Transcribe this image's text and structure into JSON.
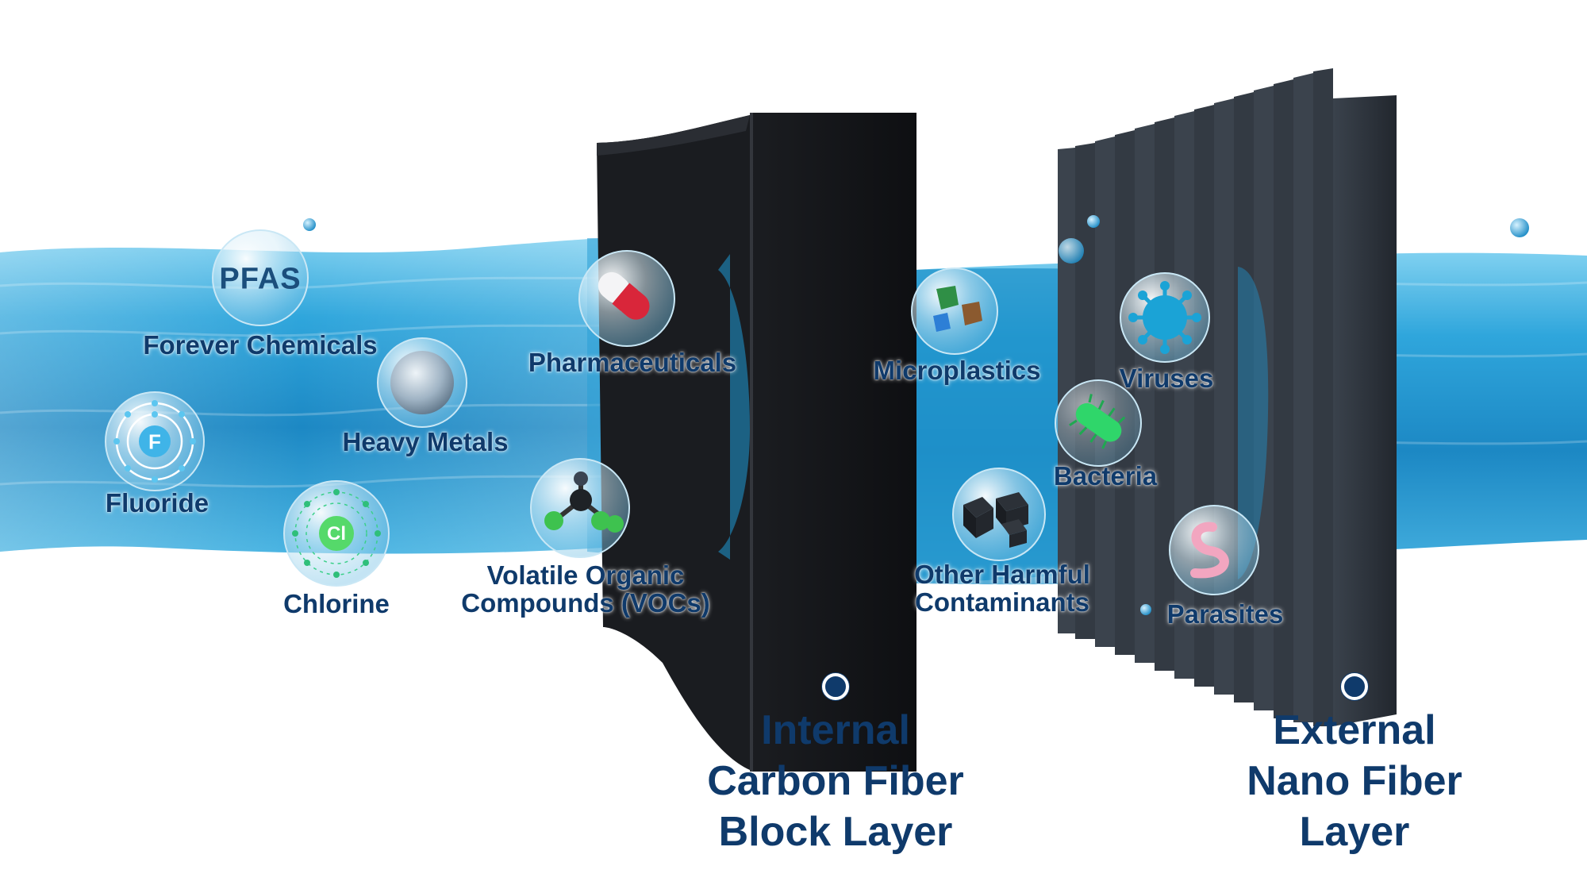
{
  "contaminants": {
    "pfas_badge": "PFAS",
    "forever_chemicals": "Forever Chemicals",
    "heavy_metals": "Heavy Metals",
    "fluoride": "Fluoride",
    "fluoride_symbol": "F",
    "chlorine": "Chlorine",
    "chlorine_symbol": "Cl",
    "pharmaceuticals": "Pharmaceuticals",
    "voc_line1": "Volatile Organic",
    "voc_line2": "Compounds (VOCs)",
    "microplastics": "Microplastics",
    "viruses": "Viruses",
    "bacteria": "Bacteria",
    "other_line1": "Other Harmful",
    "other_line2": "Contaminants",
    "parasites": "Parasites"
  },
  "layers": {
    "internal": [
      "Internal",
      "Carbon Fiber",
      "Block Layer"
    ],
    "external": [
      "External",
      "Nano Fiber",
      "Layer"
    ]
  },
  "colors": {
    "label_text": "#0f3a6b",
    "water": "#1e90c8",
    "carbon_block": "#15171b",
    "nano_fiber": "#2a3038"
  },
  "icons": [
    "pfas-bubble",
    "metal-sphere-icon",
    "fluoride-atom-icon",
    "chlorine-atom-icon",
    "pill-capsule-icon",
    "molecule-icon",
    "microplastic-pieces-icon",
    "virus-icon",
    "bacteria-icon",
    "dark-cubes-icon",
    "worm-parasite-icon"
  ]
}
